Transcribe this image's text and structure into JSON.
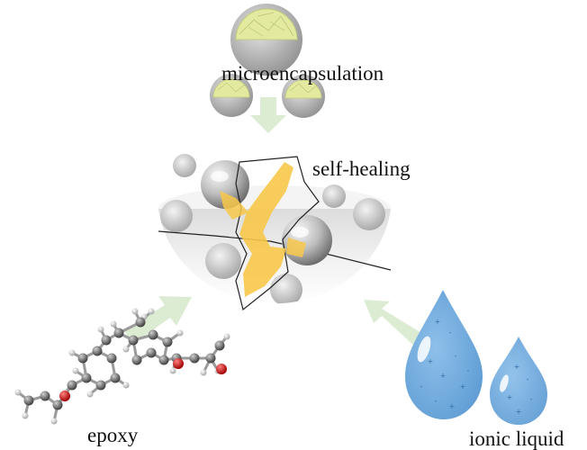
{
  "labels": {
    "microencapsulation": "microencapsulation",
    "self_healing": "self-healing",
    "epoxy": "epoxy",
    "ionic_liquid": "ionic liquid"
  },
  "colors": {
    "arrow": "#dcecd2",
    "healing_agent": "#f7c84a",
    "capsule_core": "#e8eda0",
    "droplet": "#6fa8dc",
    "atom_carbon": "#6b6b6b",
    "atom_oxygen": "#d21f1f",
    "atom_hydrogen": "#e6e6e6"
  }
}
